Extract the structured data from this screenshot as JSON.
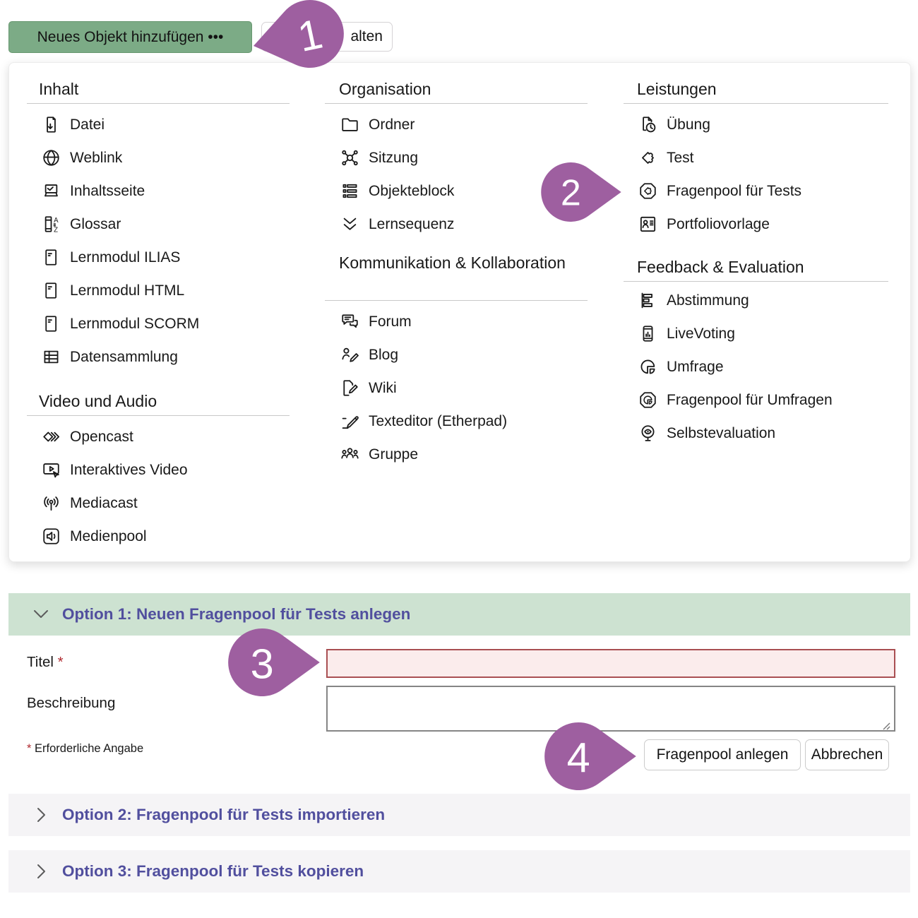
{
  "toolbar": {
    "add_object_button": "Neues Objekt hinzufügen •••",
    "partially_hidden_button": "alten"
  },
  "menu": {
    "columns": [
      {
        "sections": [
          {
            "title": "Inhalt",
            "items": [
              {
                "icon": "file-icon",
                "label": "Datei"
              },
              {
                "icon": "globe-icon",
                "label": "Weblink"
              },
              {
                "icon": "content-page-icon",
                "label": "Inhaltsseite"
              },
              {
                "icon": "glossary-icon",
                "label": "Glossar"
              },
              {
                "icon": "learning-module-icon",
                "label": "Lernmodul ILIAS"
              },
              {
                "icon": "learning-module-icon",
                "label": "Lernmodul HTML"
              },
              {
                "icon": "learning-module-icon",
                "label": "Lernmodul SCORM"
              },
              {
                "icon": "data-table-icon",
                "label": "Datensammlung"
              }
            ]
          },
          {
            "title": "Video und Audio",
            "items": [
              {
                "icon": "opencast-icon",
                "label": "Opencast"
              },
              {
                "icon": "interactive-video-icon",
                "label": "Interaktives Video"
              },
              {
                "icon": "broadcast-icon",
                "label": "Mediacast"
              },
              {
                "icon": "speaker-icon",
                "label": "Medienpool"
              }
            ]
          }
        ]
      },
      {
        "sections": [
          {
            "title": "Organisation",
            "items": [
              {
                "icon": "folder-icon",
                "label": "Ordner"
              },
              {
                "icon": "network-icon",
                "label": "Sitzung"
              },
              {
                "icon": "list-blocks-icon",
                "label": "Objekteblock"
              },
              {
                "icon": "double-chevron-down-icon",
                "label": "Lernsequenz"
              }
            ]
          },
          {
            "title": "Kommunikation & Kollabo­ration",
            "items": [
              {
                "icon": "speech-bubbles-icon",
                "label": "Forum"
              },
              {
                "icon": "person-pencil-icon",
                "label": "Blog"
              },
              {
                "icon": "page-pencil-icon",
                "label": "Wiki"
              },
              {
                "icon": "pencil-writing-icon",
                "label": "Texteditor (Etherpad)"
              },
              {
                "icon": "people-group-icon",
                "label": "Gruppe"
              }
            ]
          }
        ]
      },
      {
        "sections": [
          {
            "title": "Leistungen",
            "items": [
              {
                "icon": "file-clock-icon",
                "label": "Übung"
              },
              {
                "icon": "puzzle-icon",
                "label": "Test"
              },
              {
                "icon": "puzzle-octagon-icon",
                "label": "Fragenpool für Tests"
              },
              {
                "icon": "id-card-icon",
                "label": "Portfoliovorlage"
              }
            ]
          },
          {
            "title": "Feedback & Evaluation",
            "items": [
              {
                "icon": "bar-chart-icon",
                "label": "Abstimmung"
              },
              {
                "icon": "phone-chart-icon",
                "label": "LiveVoting"
              },
              {
                "icon": "pie-chart-icon",
                "label": "Umfrage"
              },
              {
                "icon": "pie-octagon-icon",
                "label": "Fragenpool für Umfragen"
              },
              {
                "icon": "mirror-eye-icon",
                "label": "Selbstevaluation"
              }
            ]
          }
        ]
      }
    ]
  },
  "callouts": [
    {
      "number": "1"
    },
    {
      "number": "2"
    },
    {
      "number": "3"
    },
    {
      "number": "4"
    }
  ],
  "form": {
    "option1_header": "Option 1: Neuen Fragenpool für Tests anlegen",
    "title_label": "Titel",
    "required_asterisk": "*",
    "title_value": "",
    "description_label": "Beschreibung",
    "required_note": "Erforderliche Angabe",
    "submit_button": "Fragenpool anlegen",
    "cancel_button": "Abbrechen"
  },
  "accordions": {
    "option2_header": "Option 2: Fragenpool für Tests importieren",
    "option3_header": "Option 3: Fragenpool für Tests kopieren"
  },
  "colors": {
    "callout_purple": "#9e5fa0",
    "accent_green_button": "#7cab86",
    "section_header_green": "#cde2d1",
    "accordion_gray": "#f5f4f6",
    "heading_purple": "#514f9e",
    "error_border_red": "#a94f52",
    "error_fill_pink": "#fbecec",
    "required_red": "#b02a30"
  }
}
